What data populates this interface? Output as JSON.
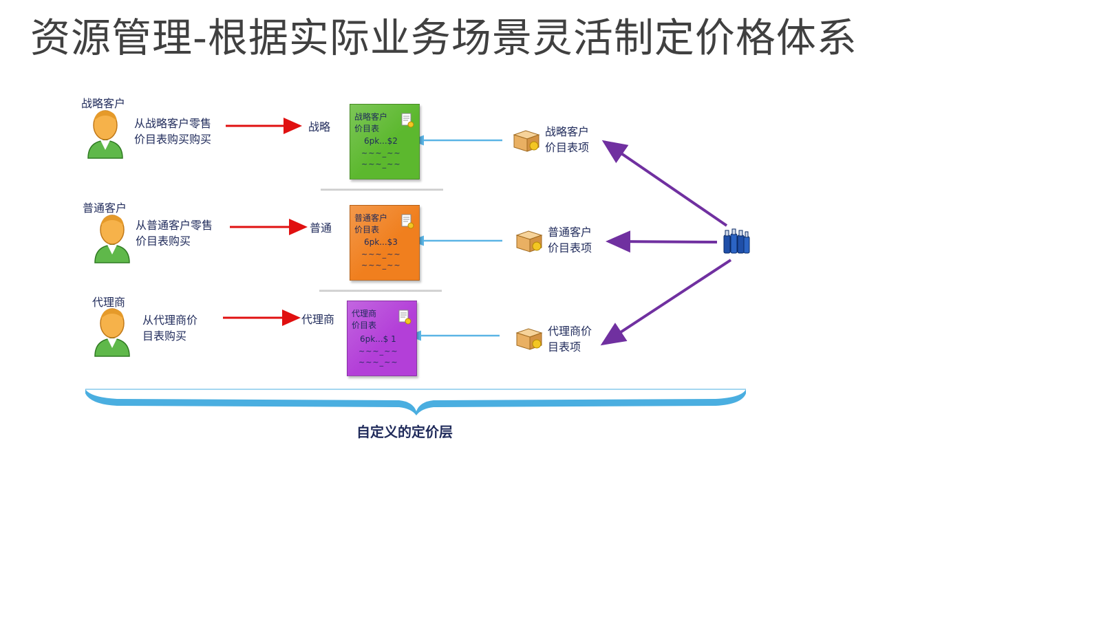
{
  "title": "资源管理-根据实际业务场景灵活制定价格体系",
  "rows": [
    {
      "role": "战略客户",
      "desc_line1": "从战略客户零售",
      "desc_line2": "价目表购买购买",
      "arrow_label": "战略",
      "card_line1": "战略客户",
      "card_line2": "价目表",
      "card_price": "6pk...$2",
      "card_tilde1": "~~~_~~",
      "card_tilde2": "~~~_~~",
      "item_line1": "战略客户",
      "item_line2": "价目表项",
      "card_color": "#5cb82e"
    },
    {
      "role": "普通客户",
      "desc_line1": "从普通客户零售",
      "desc_line2": "价目表购买",
      "arrow_label": "普通",
      "card_line1": "普通客户",
      "card_line2": "价目表",
      "card_price": "6pk...$3",
      "card_tilde1": "~~~_~~",
      "card_tilde2": "~~~_~~",
      "item_line1": "普通客户",
      "item_line2": "价目表项",
      "card_color": "#f07f1e"
    },
    {
      "role": "代理商",
      "desc_line1": "从代理商价",
      "desc_line2": "目表购买",
      "arrow_label": "代理商",
      "card_line1": "代理商",
      "card_line2": "价目表",
      "card_price": "6pk...$ 1",
      "card_tilde1": "~~~_~~",
      "card_tilde2": "~~~_~~",
      "item_line1": "代理商价",
      "item_line2": "目表项",
      "card_color": "#b33fd8"
    }
  ],
  "footer_label": "自定义的定价层",
  "colors": {
    "red_arrow": "#e01010",
    "blue_arrow": "#5ab4e5",
    "purple_arrow": "#7030a0",
    "brace": "#4aaee0"
  },
  "icons": {
    "person": "customer-person-icon",
    "box": "product-box-icon",
    "source": "price-source-bottles-icon",
    "doc": "price-list-doc-icon"
  }
}
